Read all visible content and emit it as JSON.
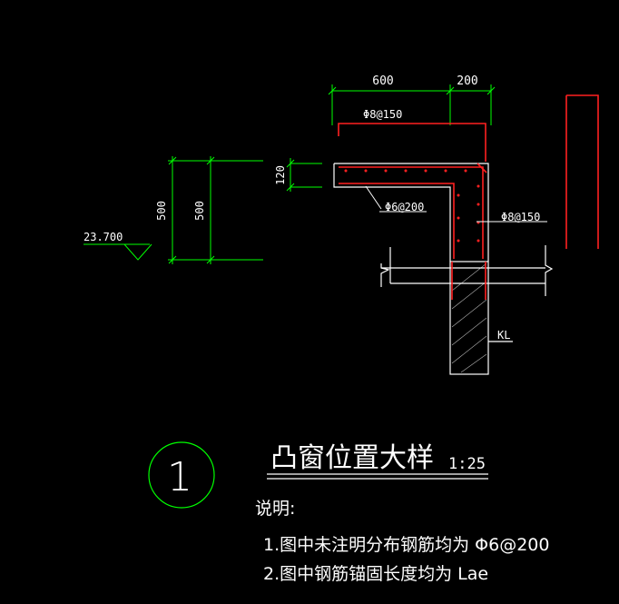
{
  "dims": {
    "top_left": "600",
    "top_right": "200",
    "slab_thickness": "120",
    "height_inner": "500",
    "height_outer": "500"
  },
  "elevation": "23.700",
  "rebar": {
    "top": "Φ8@150",
    "right": "Φ8@150",
    "distribution": "Φ6@200"
  },
  "beam_label": "KL",
  "detail": {
    "number": "1",
    "title": "凸窗位置大样",
    "scale": "1:25"
  },
  "notes": {
    "heading": "说明:",
    "items": [
      "1.图中未注明分布钢筋均为 Φ6@200",
      "2.图中钢筋锚固长度均为 Lae"
    ]
  },
  "colors": {
    "background": "#000000",
    "dimension": "#00ff00",
    "outline": "#ffffff",
    "rebar": "#ff2020"
  }
}
